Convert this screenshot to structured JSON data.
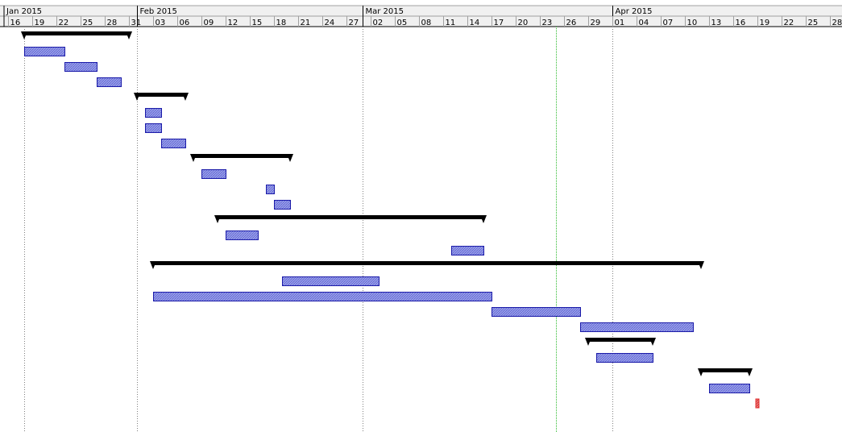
{
  "chart_data": {
    "type": "gantt",
    "months": [
      {
        "label": "Jan 2015",
        "start": "2015-01-15"
      },
      {
        "label": "Feb 2015",
        "start": "2015-02-01"
      },
      {
        "label": "Mar 2015",
        "start": "2015-03-01"
      },
      {
        "label": "Apr 2015",
        "start": "2015-04-01"
      }
    ],
    "day_ticks": [
      "16",
      "19",
      "22",
      "25",
      "28",
      "31",
      "03",
      "06",
      "09",
      "12",
      "15",
      "18",
      "21",
      "24",
      "27",
      "02",
      "05",
      "08",
      "11",
      "14",
      "17",
      "20",
      "23",
      "26",
      "29",
      "01",
      "04",
      "07",
      "10",
      "13",
      "16",
      "19",
      "22",
      "25",
      "28"
    ],
    "x_range": [
      "2015-01-15",
      "2015-04-30"
    ],
    "today": "2015-03-25",
    "tasks": [
      {
        "kind": "summary",
        "start": "2015-01-18",
        "end": "2015-01-31"
      },
      {
        "kind": "task",
        "start": "2015-01-18",
        "end": "2015-01-23"
      },
      {
        "kind": "task",
        "start": "2015-01-23",
        "end": "2015-01-27"
      },
      {
        "kind": "task",
        "start": "2015-01-27",
        "end": "2015-01-30"
      },
      {
        "kind": "summary",
        "start": "2015-02-01",
        "end": "2015-02-07"
      },
      {
        "kind": "task",
        "start": "2015-02-02",
        "end": "2015-02-04"
      },
      {
        "kind": "task",
        "start": "2015-02-02",
        "end": "2015-02-04"
      },
      {
        "kind": "task",
        "start": "2015-02-04",
        "end": "2015-02-07"
      },
      {
        "kind": "summary",
        "start": "2015-02-08",
        "end": "2015-02-20"
      },
      {
        "kind": "task",
        "start": "2015-02-09",
        "end": "2015-02-12"
      },
      {
        "kind": "task",
        "start": "2015-02-17",
        "end": "2015-02-18"
      },
      {
        "kind": "task",
        "start": "2015-02-18",
        "end": "2015-02-20"
      },
      {
        "kind": "summary",
        "start": "2015-02-11",
        "end": "2015-03-16"
      },
      {
        "kind": "task",
        "start": "2015-02-12",
        "end": "2015-02-16"
      },
      {
        "kind": "task",
        "start": "2015-03-12",
        "end": "2015-03-16"
      },
      {
        "kind": "summary",
        "start": "2015-02-03",
        "end": "2015-04-12"
      },
      {
        "kind": "task",
        "start": "2015-02-19",
        "end": "2015-03-03"
      },
      {
        "kind": "task",
        "start": "2015-02-03",
        "end": "2015-03-17"
      },
      {
        "kind": "task",
        "start": "2015-03-17",
        "end": "2015-03-28"
      },
      {
        "kind": "task",
        "start": "2015-03-28",
        "end": "2015-04-11"
      },
      {
        "kind": "summary",
        "start": "2015-03-29",
        "end": "2015-04-06"
      },
      {
        "kind": "task",
        "start": "2015-03-30",
        "end": "2015-04-06"
      },
      {
        "kind": "summary",
        "start": "2015-04-12",
        "end": "2015-04-18"
      },
      {
        "kind": "task",
        "start": "2015-04-13",
        "end": "2015-04-18"
      },
      {
        "kind": "milestone",
        "start": "2015-04-19",
        "end": "2015-04-19"
      }
    ],
    "colors": {
      "task_fill": "#8f93e6",
      "task_stroke": "#1a1aa8",
      "summary": "#000000",
      "milestone": "#e03030",
      "today_line": "#33bb33",
      "month_line": "#808080",
      "header_bg": "#f0f0f0",
      "header_line": "#a0a0a0"
    }
  }
}
